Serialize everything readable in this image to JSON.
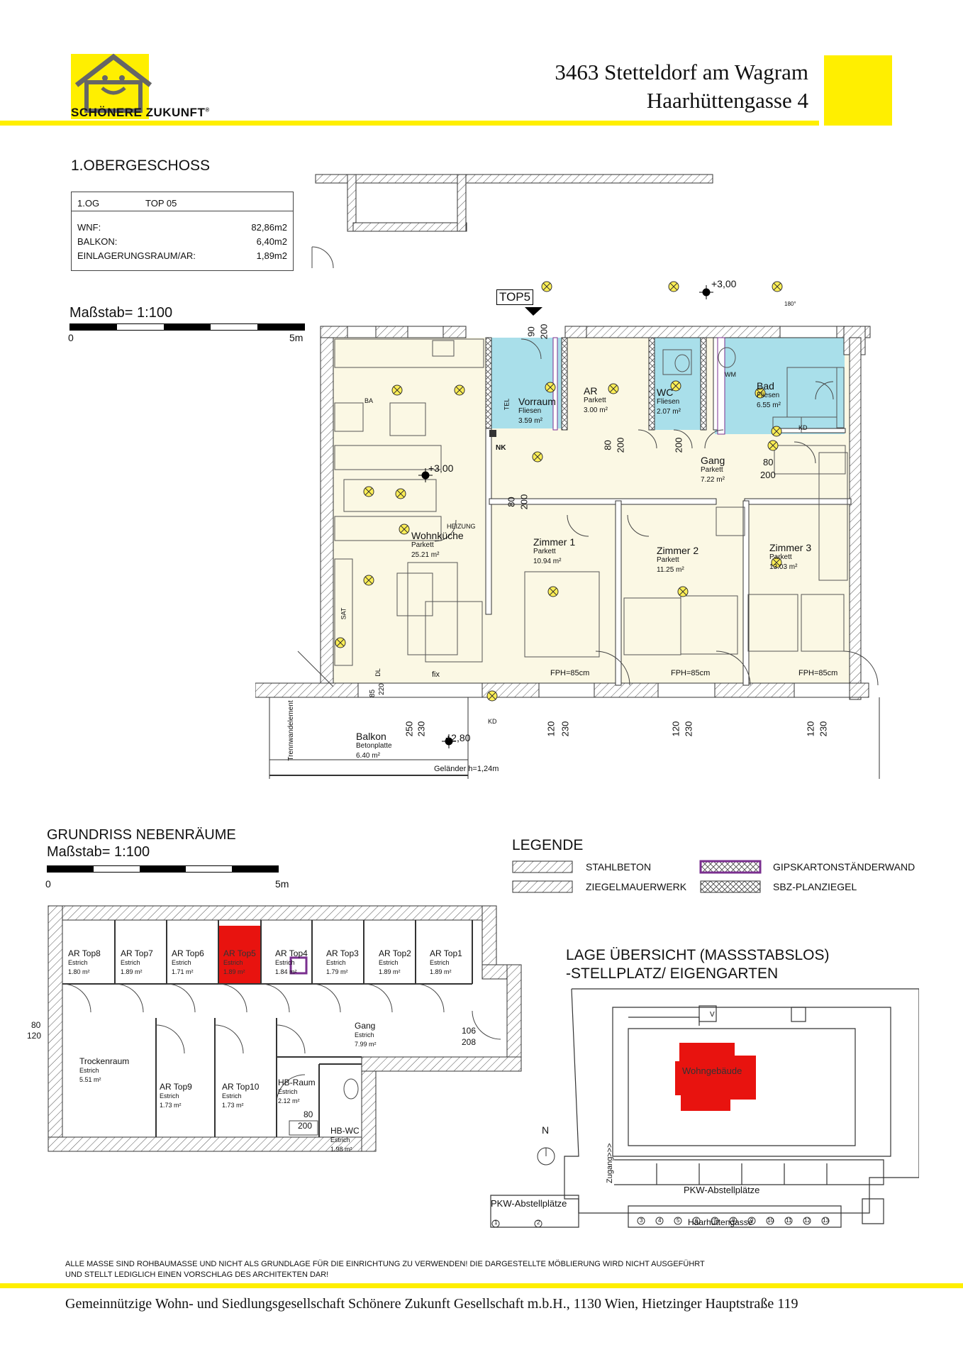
{
  "header": {
    "logo_text": "SCHÖNERE ZUKUNFT",
    "logo_reg": "®",
    "address_line1": "3463 Stetteldorf am Wagram",
    "address_line2": "Haarhüttengasse 4"
  },
  "floor": {
    "title": "1.OBERGESCHOSS",
    "table": {
      "level": "1.OG",
      "top": "TOP 05",
      "rows": [
        {
          "label": "WNF:",
          "value": "82,86m2"
        },
        {
          "label": "BALKON:",
          "value": "6,40m2"
        },
        {
          "label": "EINLAGERUNGSRAUM/AR:",
          "value": "1,89m2"
        }
      ]
    },
    "scale": {
      "label": "Maßstab= 1:100",
      "start": "0",
      "end": "5m"
    },
    "unit_tag": "TOP5",
    "elevations": [
      "+3,00",
      "+3,00",
      "+2,80"
    ],
    "rooms": [
      {
        "name": "Vorraum",
        "floor": "Fliesen",
        "area": "3.59 m²"
      },
      {
        "name": "AR",
        "floor": "Parkett",
        "area": "3.00 m²"
      },
      {
        "name": "WC",
        "floor": "Fliesen",
        "area": "2.07 m²"
      },
      {
        "name": "Bad",
        "floor": "Fliesen",
        "area": "6.55 m²"
      },
      {
        "name": "Gang",
        "floor": "Parkett",
        "area": "7.22 m²"
      },
      {
        "name": "Wohnküche",
        "floor": "Parkett",
        "area": "25.21 m²"
      },
      {
        "name": "Zimmer 1",
        "floor": "Parkett",
        "area": "10.94 m²"
      },
      {
        "name": "Zimmer 2",
        "floor": "Parkett",
        "area": "11.25 m²"
      },
      {
        "name": "Zimmer 3",
        "floor": "Parkett",
        "area": "13.03 m²"
      },
      {
        "name": "Balkon",
        "floor": "Betonplatte",
        "area": "6.40 m²"
      }
    ],
    "labels": {
      "fph": "FPH=85cm",
      "railing": "Geländer h=1,24m",
      "partition": "Trennwandelement",
      "heating": "HEIZUNG",
      "fix": "fix",
      "nk": "NK",
      "tel": "TEL",
      "sat": "SAT",
      "kd": "KD",
      "ba": "BA",
      "dl": "DL",
      "wm": "WM",
      "angle": "180°"
    },
    "dims": {
      "d90": "90",
      "d200": "200",
      "d80": "80",
      "d120": "120",
      "d230": "230",
      "d250": "250",
      "d85": "85",
      "d220": "220"
    }
  },
  "neben": {
    "title": "GRUNDRISS NEBENRÄUME",
    "scale": {
      "label": "Maßstab= 1:100",
      "start": "0",
      "end": "5m"
    },
    "rooms": [
      {
        "name": "AR Top8",
        "floor": "Estrich",
        "area": "1.80 m²"
      },
      {
        "name": "AR Top7",
        "floor": "Estrich",
        "area": "1.89 m²"
      },
      {
        "name": "AR Top6",
        "floor": "Estrich",
        "area": "1.71 m²"
      },
      {
        "name": "AR Top5",
        "floor": "Estrich",
        "area": "1.89 m²"
      },
      {
        "name": "AR Top4",
        "floor": "Estrich",
        "area": "1.84 m²"
      },
      {
        "name": "AR Top3",
        "floor": "Estrich",
        "area": "1.79 m²"
      },
      {
        "name": "AR Top2",
        "floor": "Estrich",
        "area": "1.89 m²"
      },
      {
        "name": "AR Top1",
        "floor": "Estrich",
        "area": "1.89 m²"
      },
      {
        "name": "Gang",
        "floor": "Estrich",
        "area": "7.99 m²"
      },
      {
        "name": "Trockenraum",
        "floor": "Estrich",
        "area": "5.51 m²"
      },
      {
        "name": "AR Top9",
        "floor": "Estrich",
        "area": "1.73 m²"
      },
      {
        "name": "AR Top10",
        "floor": "Estrich",
        "area": "1.73 m²"
      },
      {
        "name": "HB-Raum",
        "floor": "Estrich",
        "area": "2.12 m²"
      },
      {
        "name": "HB-WC",
        "floor": "Estrich",
        "area": "1.98 m²"
      }
    ],
    "dims": {
      "d80": "80",
      "d200": "200",
      "d120": "120",
      "d106": "106",
      "d208": "208"
    }
  },
  "legend": {
    "title": "LEGENDE",
    "items": [
      "STAHLBETON",
      "ZIEGELMAUERWERK",
      "GIPSKARTONSTÄNDERWAND",
      "SBZ-PLANZIEGEL"
    ]
  },
  "lage": {
    "title_line1": "LAGE ÜBERSICHT (MASSSTABSLOS)",
    "title_line2": "-STELLPLATZ/ EIGENGARTEN",
    "building": "Wohngebäude",
    "parking_left": "PKW-Abstellplätze",
    "parking_right": "PKW-Abstellplätze",
    "access": "Zugang>>>",
    "street": "Haarhüttengasse",
    "north": "N",
    "spaces_left": [
      "1",
      "2"
    ],
    "spaces_right": [
      "3",
      "4",
      "5",
      "6",
      "7",
      "8",
      "9",
      "10",
      "11",
      "12",
      "13"
    ],
    "v": "V"
  },
  "disclaimer_line1": "ALLE MASSE SIND ROHBAUMASSE UND NICHT ALS GRUNDLAGE FÜR DIE EINRICHTUNG ZU VERWENDEN! DIE DARGESTELLTE MÖBLIERUNG WIRD NICHT AUSGEFÜHRT",
  "disclaimer_line2": "UND STELLT LEDIGLICH EINEN VORSCHLAG DES ARCHITEKTEN DAR!",
  "footer": "Gemeinnützige Wohn- und Siedlungsgesellschaft Schönere Zukunft Gesellschaft m.b.H., 1130 Wien, Hietzinger Hauptstraße 119",
  "colors": {
    "yellow": "#ffef00",
    "highlight": "#e8130f",
    "floor_fill": "#fbf8e4",
    "wet_fill": "#a9dfea"
  }
}
